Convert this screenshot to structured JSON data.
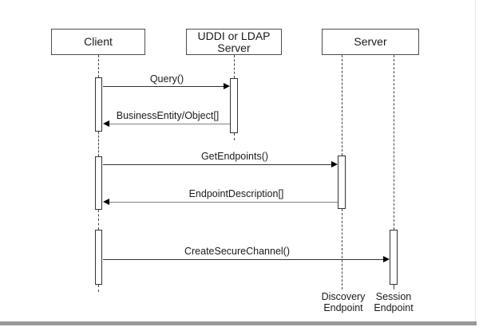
{
  "diagram": {
    "type": "uml-sequence-diagram",
    "actors": [
      {
        "id": "client",
        "lines": [
          "Client"
        ]
      },
      {
        "id": "uddi-ldap-server",
        "lines": [
          "UDDI or LDAP",
          "Server"
        ]
      },
      {
        "id": "server",
        "lines": [
          "Server"
        ]
      }
    ],
    "messages": [
      {
        "label": "Query()",
        "from": "Client",
        "to": "UDDI or LDAP Server",
        "direction": "right",
        "style": "call"
      },
      {
        "label": "BusinessEntity/Object[]",
        "from": "UDDI or LDAP Server",
        "to": "Client",
        "direction": "left",
        "style": "return"
      },
      {
        "label": "GetEndpoints()",
        "from": "Client",
        "to": "Server (Discovery Endpoint)",
        "direction": "right",
        "style": "call"
      },
      {
        "label": "EndpointDescription[]",
        "from": "Server (Discovery Endpoint)",
        "to": "Client",
        "direction": "left",
        "style": "return"
      },
      {
        "label": "CreateSecureChannel()",
        "from": "Client",
        "to": "Server (Session Endpoint)",
        "direction": "right",
        "style": "call"
      }
    ],
    "endpoints": [
      {
        "lines": [
          "Discovery",
          "Endpoint"
        ]
      },
      {
        "lines": [
          "Session",
          "Endpoint"
        ]
      }
    ],
    "colors": {
      "background": "#ffffff",
      "box_border": "#4d4d4d",
      "text": "#1a1a1a",
      "call_line": "#333333",
      "return_line": "#808080",
      "lifeline": "#444444",
      "bottom_bar": "#999999",
      "right_edge": "#e8e8e8"
    }
  }
}
